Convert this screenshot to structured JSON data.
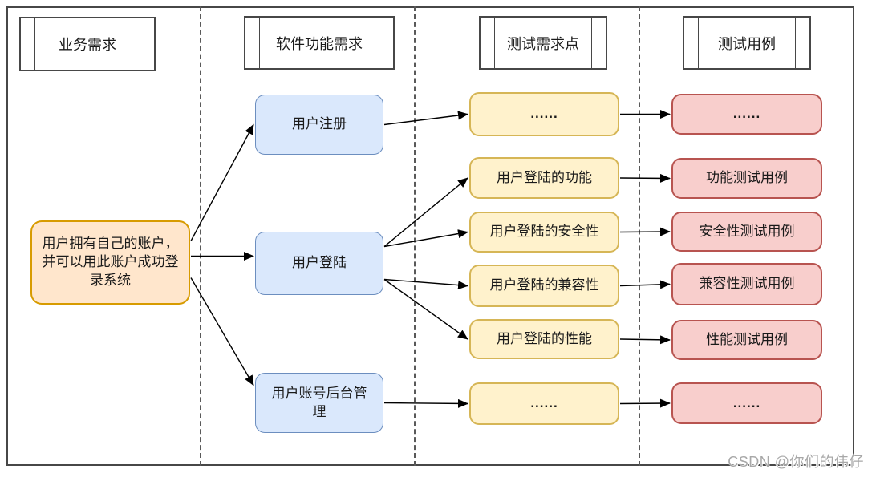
{
  "diagram": {
    "columns": [
      {
        "id": "business",
        "header": "业务需求"
      },
      {
        "id": "software_function",
        "header": "软件功能需求"
      },
      {
        "id": "test_points",
        "header": "测试需求点"
      },
      {
        "id": "test_cases",
        "header": "测试用例"
      }
    ],
    "nodes": {
      "business_req": {
        "label": "用户拥有自己的账户，并可以用此账户成功登录系统"
      },
      "user_register": {
        "label": "用户注册"
      },
      "user_login": {
        "label": "用户登陆"
      },
      "account_admin": {
        "label": "用户账号后台管理"
      },
      "tp_dots_top": {
        "label": "......"
      },
      "tp_login_function": {
        "label": "用户登陆的功能"
      },
      "tp_login_security": {
        "label": "用户登陆的安全性"
      },
      "tp_login_compat": {
        "label": "用户登陆的兼容性"
      },
      "tp_login_perf": {
        "label": "用户登陆的性能"
      },
      "tp_dots_bottom": {
        "label": "......"
      },
      "tc_dots_top": {
        "label": "......"
      },
      "tc_function": {
        "label": "功能测试用例"
      },
      "tc_security": {
        "label": "安全性测试用例"
      },
      "tc_compat": {
        "label": "兼容性测试用例"
      },
      "tc_perf": {
        "label": "性能测试用例"
      },
      "tc_dots_bottom": {
        "label": "......"
      }
    },
    "edges": [
      {
        "from": "business_req",
        "to": "user_register"
      },
      {
        "from": "business_req",
        "to": "user_login"
      },
      {
        "from": "business_req",
        "to": "account_admin"
      },
      {
        "from": "user_register",
        "to": "tp_dots_top"
      },
      {
        "from": "user_login",
        "to": "tp_login_function"
      },
      {
        "from": "user_login",
        "to": "tp_login_security"
      },
      {
        "from": "user_login",
        "to": "tp_login_compat"
      },
      {
        "from": "user_login",
        "to": "tp_login_perf"
      },
      {
        "from": "account_admin",
        "to": "tp_dots_bottom"
      },
      {
        "from": "tp_dots_top",
        "to": "tc_dots_top"
      },
      {
        "from": "tp_login_function",
        "to": "tc_function"
      },
      {
        "from": "tp_login_security",
        "to": "tc_security"
      },
      {
        "from": "tp_login_compat",
        "to": "tc_compat"
      },
      {
        "from": "tp_login_perf",
        "to": "tc_perf"
      },
      {
        "from": "tp_dots_bottom",
        "to": "tc_dots_bottom"
      }
    ],
    "palette": {
      "business_fill": "#FFE6CC",
      "business_stroke": "#D79B00",
      "function_fill": "#DAE8FC",
      "function_stroke": "#6C8EBF",
      "test_point_fill": "#FFF2CC",
      "test_point_stroke": "#D6B656",
      "test_case_fill": "#F8CECC",
      "test_case_stroke": "#B85450",
      "arrow": "#000000",
      "frame": "#474747"
    }
  },
  "watermark": "CSDN @你们的伟仔"
}
